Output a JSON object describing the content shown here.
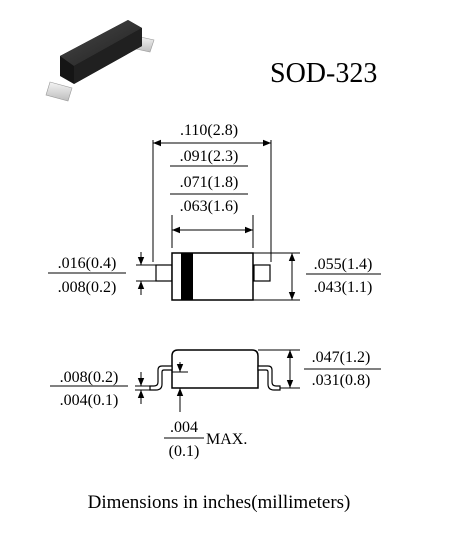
{
  "title": "SOD-323",
  "caption": "Dimensions in inches(millimeters)",
  "top_view": {
    "overall_length": {
      "max": ".110(2.8)",
      "min": ".091(2.3)"
    },
    "body_length": {
      "max": ".071(1.8)",
      "min": ".063(1.6)"
    },
    "lead_width": {
      "max": ".016(0.4)",
      "min": ".008(0.2)"
    },
    "body_width": {
      "max": ".055(1.4)",
      "min": ".043(1.1)"
    }
  },
  "side_view": {
    "lead_thickness": {
      "max": ".008(0.2)",
      "min": ".004(0.1)"
    },
    "height": {
      "max": ".047(1.2)",
      "min": ".031(0.8)"
    },
    "standoff": {
      "num": ".004",
      "den": "(0.1)",
      "suffix": "MAX."
    }
  },
  "colors": {
    "package": "#2a2a2a",
    "lead": "#e2e2e2",
    "band": "#000000",
    "line": "#000000"
  },
  "icons": {
    "component_photo": "sod323-package-icon"
  }
}
